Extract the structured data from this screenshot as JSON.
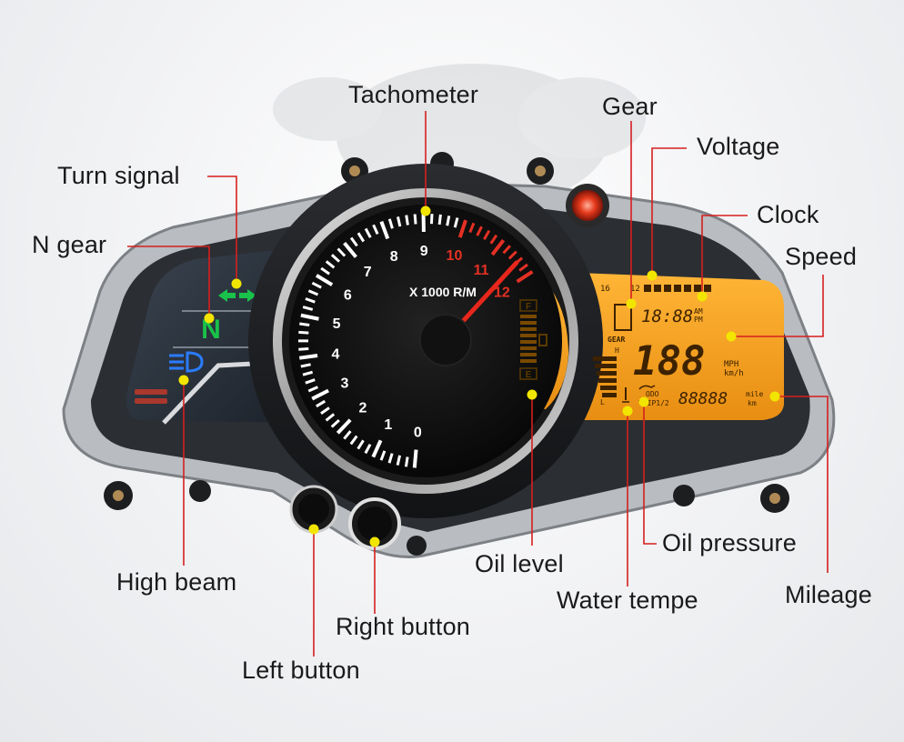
{
  "labels": {
    "tachometer": "Tachometer",
    "gear": "Gear",
    "voltage": "Voltage",
    "clock": "Clock",
    "speed": "Speed",
    "turn_signal": "Turn signal",
    "n_gear": "N gear",
    "high_beam": "High beam",
    "right_button": "Right button",
    "left_button": "Left button",
    "oil_level": "Oil level",
    "oil_pressure": "Oil pressure",
    "water_tempe": "Water tempe",
    "mileage": "Mileage"
  },
  "tach": {
    "unit": "X 1000 R/M",
    "ticks": [
      "0",
      "1",
      "2",
      "3",
      "4",
      "5",
      "6",
      "7",
      "8",
      "9",
      "10",
      "11",
      "12"
    ],
    "needle_value": 11.6
  },
  "indicators": {
    "neutral": "N",
    "fuel_full": "F",
    "fuel_empty": "E"
  },
  "lcd": {
    "gear_label": "GEAR",
    "clock": "18:88",
    "am": "AM",
    "pm": "PM",
    "speed": "188",
    "mph": "MPH",
    "kmh": "km/h",
    "odo": "ODO",
    "trip": "TRIP1/2",
    "mileage": "88888",
    "mile": "mile",
    "km": "km",
    "h": "H",
    "l": "L",
    "bar_left": "16",
    "bar_right": "12"
  },
  "colors": {
    "callout_dot": "#f2e500",
    "leader": "#d61f1f",
    "lcd": "#f5a623",
    "indicator_green": "#19c24a",
    "indicator_blue": "#2a7cff",
    "redline": "#e53024"
  }
}
